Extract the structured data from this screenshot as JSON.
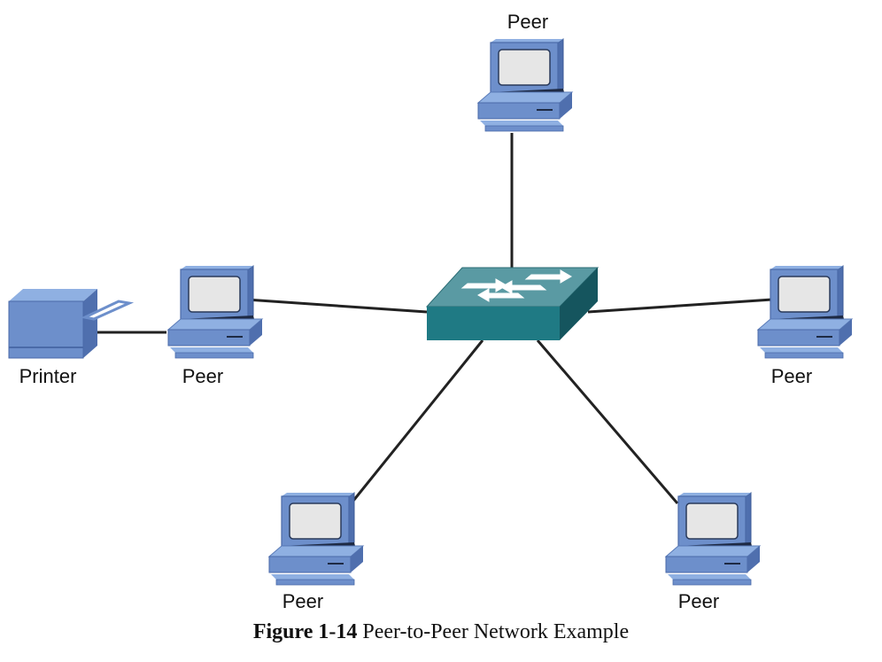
{
  "diagram": {
    "center_node": "switch-icon",
    "nodes": [
      {
        "id": "peer-top",
        "label": "Peer",
        "icon": "computer-icon"
      },
      {
        "id": "peer-left",
        "label": "Peer",
        "icon": "computer-icon"
      },
      {
        "id": "peer-right",
        "label": "Peer",
        "icon": "computer-icon"
      },
      {
        "id": "peer-bottom-left",
        "label": "Peer",
        "icon": "computer-icon"
      },
      {
        "id": "peer-bottom-right",
        "label": "Peer",
        "icon": "computer-icon"
      },
      {
        "id": "printer",
        "label": "Printer",
        "icon": "printer-icon"
      }
    ],
    "links": [
      [
        "switch",
        "peer-top"
      ],
      [
        "switch",
        "peer-left"
      ],
      [
        "switch",
        "peer-right"
      ],
      [
        "switch",
        "peer-bottom-left"
      ],
      [
        "switch",
        "peer-bottom-right"
      ],
      [
        "peer-left",
        "printer"
      ]
    ],
    "colors": {
      "computer": "#6d8fcb",
      "switch": "#1f7a84",
      "line": "#222222"
    }
  },
  "caption": {
    "bold": "Figure 1-14",
    "text": " Peer-to-Peer Network Example"
  }
}
